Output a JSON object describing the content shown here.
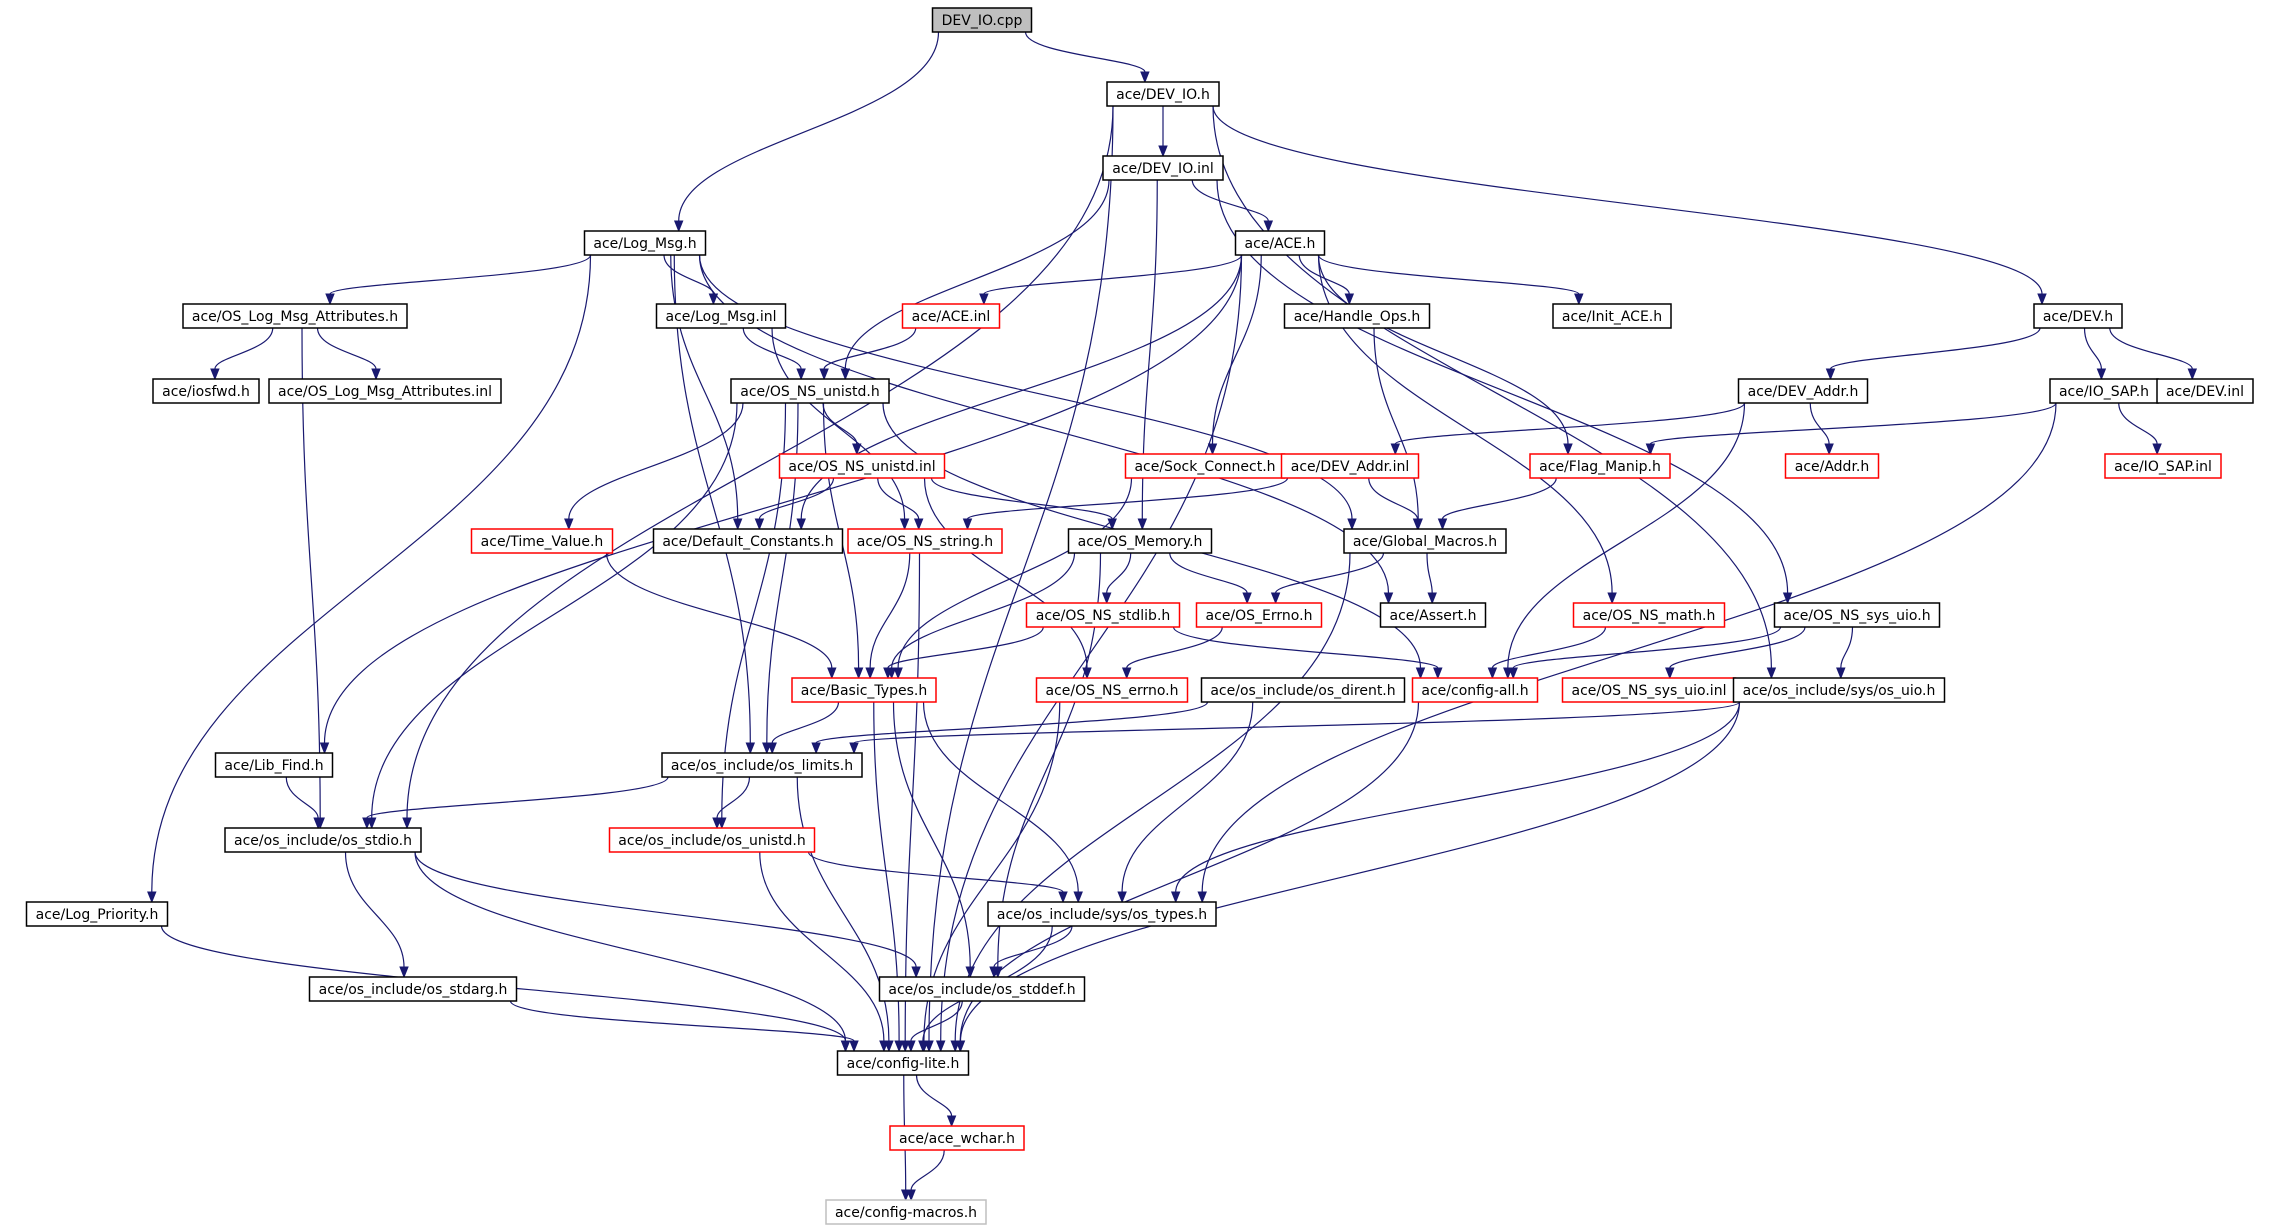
{
  "nodes": [
    {
      "id": "dev_io_cpp",
      "label": "DEV_IO.cpp",
      "style": "root"
    },
    {
      "id": "dev_io_h",
      "label": "ace/DEV_IO.h",
      "style": "normal"
    },
    {
      "id": "dev_io_inl",
      "label": "ace/DEV_IO.inl",
      "style": "normal"
    },
    {
      "id": "log_msg_h",
      "label": "ace/Log_Msg.h",
      "style": "normal"
    },
    {
      "id": "ace_h",
      "label": "ace/ACE.h",
      "style": "normal"
    },
    {
      "id": "os_log_msg_attr_h",
      "label": "ace/OS_Log_Msg_Attributes.h",
      "style": "normal"
    },
    {
      "id": "log_msg_inl",
      "label": "ace/Log_Msg.inl",
      "style": "normal"
    },
    {
      "id": "ace_inl",
      "label": "ace/ACE.inl",
      "style": "red"
    },
    {
      "id": "handle_ops_h",
      "label": "ace/Handle_Ops.h",
      "style": "normal"
    },
    {
      "id": "init_ace_h",
      "label": "ace/Init_ACE.h",
      "style": "normal"
    },
    {
      "id": "dev_h",
      "label": "ace/DEV.h",
      "style": "normal"
    },
    {
      "id": "iosfwd_h",
      "label": "ace/iosfwd.h",
      "style": "normal"
    },
    {
      "id": "os_log_msg_attr_inl",
      "label": "ace/OS_Log_Msg_Attributes.inl",
      "style": "normal"
    },
    {
      "id": "os_ns_unistd_h",
      "label": "ace/OS_NS_unistd.h",
      "style": "normal"
    },
    {
      "id": "dev_addr_h",
      "label": "ace/DEV_Addr.h",
      "style": "normal"
    },
    {
      "id": "io_sap_h",
      "label": "ace/IO_SAP.h",
      "style": "normal"
    },
    {
      "id": "dev_inl",
      "label": "ace/DEV.inl",
      "style": "normal"
    },
    {
      "id": "os_ns_unistd_inl",
      "label": "ace/OS_NS_unistd.inl",
      "style": "red"
    },
    {
      "id": "sock_connect_h",
      "label": "ace/Sock_Connect.h",
      "style": "red"
    },
    {
      "id": "dev_addr_inl",
      "label": "ace/DEV_Addr.inl",
      "style": "red"
    },
    {
      "id": "flag_manip_h",
      "label": "ace/Flag_Manip.h",
      "style": "red"
    },
    {
      "id": "addr_h",
      "label": "ace/Addr.h",
      "style": "red"
    },
    {
      "id": "io_sap_inl",
      "label": "ace/IO_SAP.inl",
      "style": "red"
    },
    {
      "id": "time_value_h",
      "label": "ace/Time_Value.h",
      "style": "red"
    },
    {
      "id": "default_constants_h",
      "label": "ace/Default_Constants.h",
      "style": "normal"
    },
    {
      "id": "os_ns_string_h",
      "label": "ace/OS_NS_string.h",
      "style": "red"
    },
    {
      "id": "os_memory_h",
      "label": "ace/OS_Memory.h",
      "style": "normal"
    },
    {
      "id": "global_macros_h",
      "label": "ace/Global_Macros.h",
      "style": "normal"
    },
    {
      "id": "os_ns_stdlib_h",
      "label": "ace/OS_NS_stdlib.h",
      "style": "red"
    },
    {
      "id": "os_errno_h",
      "label": "ace/OS_Errno.h",
      "style": "red"
    },
    {
      "id": "assert_h",
      "label": "ace/Assert.h",
      "style": "normal"
    },
    {
      "id": "os_ns_math_h",
      "label": "ace/OS_NS_math.h",
      "style": "red"
    },
    {
      "id": "os_ns_sys_uio_h",
      "label": "ace/OS_NS_sys_uio.h",
      "style": "normal"
    },
    {
      "id": "basic_types_h",
      "label": "ace/Basic_Types.h",
      "style": "red"
    },
    {
      "id": "os_ns_errno_h",
      "label": "ace/OS_NS_errno.h",
      "style": "red"
    },
    {
      "id": "os_dirent_h",
      "label": "ace/os_include/os_dirent.h",
      "style": "normal"
    },
    {
      "id": "config_all_h",
      "label": "ace/config-all.h",
      "style": "red"
    },
    {
      "id": "os_ns_sys_uio_inl",
      "label": "ace/OS_NS_sys_uio.inl",
      "style": "red"
    },
    {
      "id": "os_sys_uio_h",
      "label": "ace/os_include/sys/os_uio.h",
      "style": "normal"
    },
    {
      "id": "lib_find_h",
      "label": "ace/Lib_Find.h",
      "style": "normal"
    },
    {
      "id": "os_limits_h",
      "label": "ace/os_include/os_limits.h",
      "style": "normal"
    },
    {
      "id": "os_stdio_h",
      "label": "ace/os_include/os_stdio.h",
      "style": "normal"
    },
    {
      "id": "os_unistd_h",
      "label": "ace/os_include/os_unistd.h",
      "style": "red"
    },
    {
      "id": "log_priority_h",
      "label": "ace/Log_Priority.h",
      "style": "normal"
    },
    {
      "id": "os_sys_types_h",
      "label": "ace/os_include/sys/os_types.h",
      "style": "normal"
    },
    {
      "id": "os_stdarg_h",
      "label": "ace/os_include/os_stdarg.h",
      "style": "normal"
    },
    {
      "id": "os_stddef_h",
      "label": "ace/os_include/os_stddef.h",
      "style": "normal"
    },
    {
      "id": "config_lite_h",
      "label": "ace/config-lite.h",
      "style": "normal"
    },
    {
      "id": "ace_wchar_h",
      "label": "ace/ace_wchar.h",
      "style": "red"
    },
    {
      "id": "config_macros_h",
      "label": "ace/config-macros.h",
      "style": "grey"
    }
  ],
  "edges": [
    [
      "dev_io_cpp",
      "dev_io_h"
    ],
    [
      "dev_io_cpp",
      "log_msg_h"
    ],
    [
      "dev_io_h",
      "dev_io_inl"
    ],
    [
      "dev_io_h",
      "dev_h"
    ],
    [
      "dev_io_h",
      "os_stdio_h"
    ],
    [
      "dev_io_h",
      "os_sys_uio_h"
    ],
    [
      "dev_io_h",
      "config_lite_h"
    ],
    [
      "dev_io_inl",
      "ace_h"
    ],
    [
      "dev_io_inl",
      "os_ns_unistd_h"
    ],
    [
      "dev_io_inl",
      "os_memory_h"
    ],
    [
      "dev_io_inl",
      "os_ns_sys_uio_h"
    ],
    [
      "log_msg_h",
      "os_log_msg_attr_h"
    ],
    [
      "log_msg_h",
      "log_msg_inl"
    ],
    [
      "log_msg_h",
      "default_constants_h"
    ],
    [
      "log_msg_h",
      "global_macros_h"
    ],
    [
      "log_msg_h",
      "assert_h"
    ],
    [
      "log_msg_h",
      "log_priority_h"
    ],
    [
      "log_msg_h",
      "os_limits_h"
    ],
    [
      "ace_h",
      "ace_inl"
    ],
    [
      "ace_h",
      "handle_ops_h"
    ],
    [
      "ace_h",
      "init_ace_h"
    ],
    [
      "ace_h",
      "sock_connect_h"
    ],
    [
      "ace_h",
      "flag_manip_h"
    ],
    [
      "ace_h",
      "os_ns_math_h"
    ],
    [
      "ace_h",
      "default_constants_h"
    ],
    [
      "ace_h",
      "lib_find_h"
    ],
    [
      "ace_h",
      "config_lite_h"
    ],
    [
      "os_log_msg_attr_h",
      "iosfwd_h"
    ],
    [
      "os_log_msg_attr_h",
      "os_log_msg_attr_inl"
    ],
    [
      "os_log_msg_attr_h",
      "os_stdio_h"
    ],
    [
      "log_msg_inl",
      "os_ns_unistd_h"
    ],
    [
      "log_msg_inl",
      "os_ns_string_h"
    ],
    [
      "ace_inl",
      "os_ns_unistd_h"
    ],
    [
      "handle_ops_h",
      "global_macros_h"
    ],
    [
      "dev_h",
      "dev_addr_h"
    ],
    [
      "dev_h",
      "io_sap_h"
    ],
    [
      "dev_h",
      "dev_inl"
    ],
    [
      "os_ns_unistd_h",
      "os_ns_unistd_inl"
    ],
    [
      "os_ns_unistd_h",
      "time_value_h"
    ],
    [
      "os_ns_unistd_h",
      "basic_types_h"
    ],
    [
      "os_ns_unistd_h",
      "config_all_h"
    ],
    [
      "os_ns_unistd_h",
      "os_stdio_h"
    ],
    [
      "os_ns_unistd_h",
      "os_unistd_h"
    ],
    [
      "os_ns_unistd_h",
      "os_limits_h"
    ],
    [
      "dev_addr_h",
      "dev_addr_inl"
    ],
    [
      "dev_addr_h",
      "addr_h"
    ],
    [
      "dev_addr_h",
      "config_all_h"
    ],
    [
      "io_sap_h",
      "flag_manip_h"
    ],
    [
      "io_sap_h",
      "io_sap_inl"
    ],
    [
      "io_sap_h",
      "os_sys_types_h"
    ],
    [
      "os_ns_unistd_inl",
      "default_constants_h"
    ],
    [
      "os_ns_unistd_inl",
      "os_ns_string_h"
    ],
    [
      "os_ns_unistd_inl",
      "os_memory_h"
    ],
    [
      "os_ns_unistd_inl",
      "os_ns_errno_h"
    ],
    [
      "sock_connect_h",
      "basic_types_h"
    ],
    [
      "dev_addr_inl",
      "os_ns_string_h"
    ],
    [
      "dev_addr_inl",
      "global_macros_h"
    ],
    [
      "flag_manip_h",
      "global_macros_h"
    ],
    [
      "time_value_h",
      "basic_types_h"
    ],
    [
      "os_ns_string_h",
      "basic_types_h"
    ],
    [
      "os_ns_string_h",
      "config_lite_h"
    ],
    [
      "os_memory_h",
      "os_ns_stdlib_h"
    ],
    [
      "os_memory_h",
      "os_errno_h"
    ],
    [
      "os_memory_h",
      "basic_types_h"
    ],
    [
      "os_memory_h",
      "os_stddef_h"
    ],
    [
      "global_macros_h",
      "os_errno_h"
    ],
    [
      "global_macros_h",
      "assert_h"
    ],
    [
      "global_macros_h",
      "config_lite_h"
    ],
    [
      "os_ns_stdlib_h",
      "basic_types_h"
    ],
    [
      "os_ns_stdlib_h",
      "config_all_h"
    ],
    [
      "os_errno_h",
      "os_ns_errno_h"
    ],
    [
      "os_ns_math_h",
      "config_all_h"
    ],
    [
      "os_ns_sys_uio_h",
      "os_ns_sys_uio_inl"
    ],
    [
      "os_ns_sys_uio_h",
      "os_sys_uio_h"
    ],
    [
      "os_ns_sys_uio_h",
      "config_all_h"
    ],
    [
      "basic_types_h",
      "os_limits_h"
    ],
    [
      "basic_types_h",
      "os_sys_types_h"
    ],
    [
      "basic_types_h",
      "os_stddef_h"
    ],
    [
      "basic_types_h",
      "config_lite_h"
    ],
    [
      "os_ns_errno_h",
      "config_lite_h"
    ],
    [
      "os_dirent_h",
      "os_limits_h"
    ],
    [
      "os_dirent_h",
      "os_sys_types_h"
    ],
    [
      "config_all_h",
      "config_lite_h"
    ],
    [
      "os_sys_uio_h",
      "os_limits_h"
    ],
    [
      "os_sys_uio_h",
      "os_sys_types_h"
    ],
    [
      "os_sys_uio_h",
      "config_lite_h"
    ],
    [
      "lib_find_h",
      "os_stdio_h"
    ],
    [
      "os_limits_h",
      "os_stdio_h"
    ],
    [
      "os_limits_h",
      "os_unistd_h"
    ],
    [
      "os_limits_h",
      "config_lite_h"
    ],
    [
      "os_stdio_h",
      "os_stdarg_h"
    ],
    [
      "os_stdio_h",
      "os_stddef_h"
    ],
    [
      "os_stdio_h",
      "config_lite_h"
    ],
    [
      "os_unistd_h",
      "os_sys_types_h"
    ],
    [
      "os_unistd_h",
      "config_lite_h"
    ],
    [
      "log_priority_h",
      "config_lite_h"
    ],
    [
      "os_sys_types_h",
      "os_stddef_h"
    ],
    [
      "os_sys_types_h",
      "config_lite_h"
    ],
    [
      "os_stdarg_h",
      "config_lite_h"
    ],
    [
      "os_stddef_h",
      "config_lite_h"
    ],
    [
      "config_lite_h",
      "ace_wchar_h"
    ],
    [
      "config_lite_h",
      "config_macros_h"
    ],
    [
      "ace_wchar_h",
      "config_macros_h"
    ]
  ],
  "styles": {
    "root": {
      "fill": "#bfbfbf",
      "stroke": "#000000"
    },
    "normal": {
      "fill": "#ffffff",
      "stroke": "#000000"
    },
    "red": {
      "fill": "#ffffff",
      "stroke": "#ff0000"
    },
    "grey": {
      "fill": "#ffffff",
      "stroke": "#bfbfbf"
    },
    "edge_color": "#191970"
  }
}
